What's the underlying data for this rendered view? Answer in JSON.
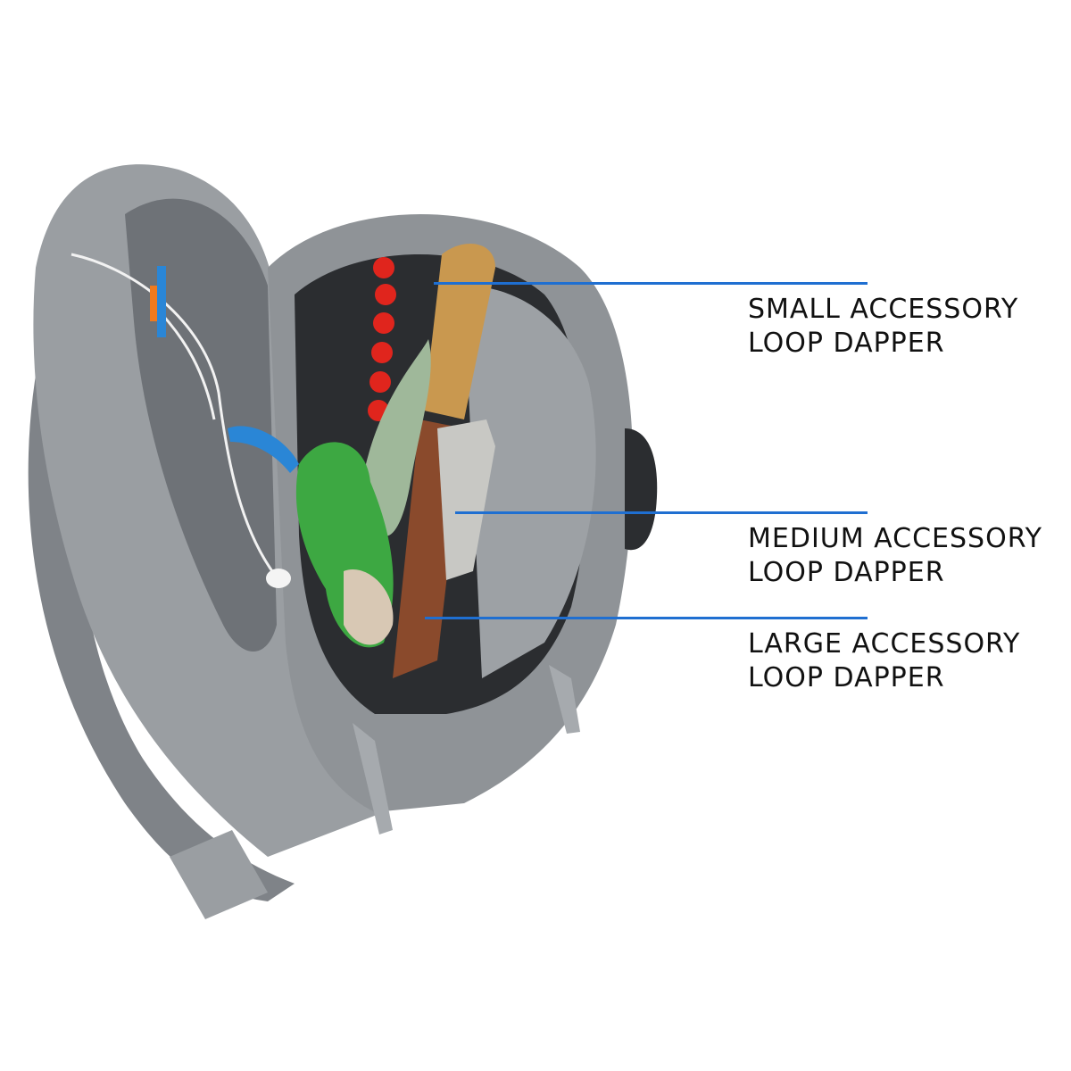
{
  "colors": {
    "background": "#ffffff",
    "callout_line": "#1f6fd1",
    "label_text": "#111111",
    "bag_gray": "#8f9397",
    "bag_dark": "#5d6166",
    "handle_wood": "#c9984f",
    "glove_green": "#3da842",
    "accent_red": "#e0251d",
    "strap_blue": "#2a86d6"
  },
  "callouts": [
    {
      "label": "SMALL ACCESSORY\nLOOP DAPPER"
    },
    {
      "label": "MEDIUM ACCESSORY\nLOOP DAPPER"
    },
    {
      "label": "LARGE ACCESSORY\nLOOP DAPPER"
    }
  ]
}
